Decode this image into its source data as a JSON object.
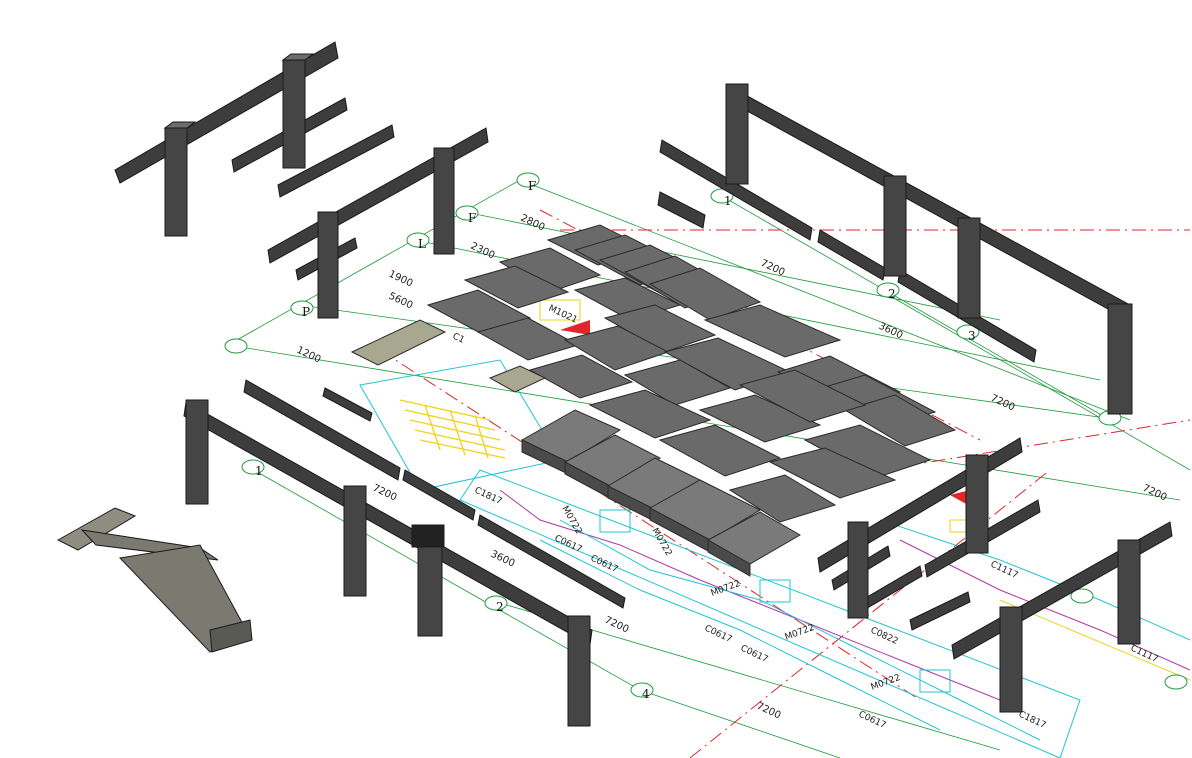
{
  "dimensions": {
    "d2800": "2800",
    "d2300": "2300",
    "d1900": "1900",
    "d5600": "5600",
    "d1200": "1200",
    "d7200a": "7200",
    "d3600a": "3600",
    "d7200b": "7200",
    "d7200c": "7200",
    "d7200d": "7200",
    "d3600b": "3600",
    "d7200e": "7200",
    "d7200f": "7200"
  },
  "labels": {
    "c1": "C1",
    "m1021": "M1021",
    "c1817": "C1817",
    "m0722a": "M0722",
    "c0617a": "C0617",
    "c0617b": "C0617",
    "m0722b": "M0722",
    "m0722c": "M0722",
    "c0617c": "C0617",
    "c0617d": "C0617",
    "m0722d": "M0722",
    "c0822": "C0822",
    "m0722e": "M0722",
    "c0617e": "C0617",
    "c1117": "C1117",
    "c1117b": "C1117",
    "c1817b": "C1817"
  },
  "colors": {
    "beam": "#3d3d3d",
    "beam_light": "#6c6c6c",
    "slab": "#5e5e5e",
    "slab_top": "#8a8a8a",
    "grid": "#1f9a3a",
    "red": "#e0262b",
    "cyan": "#1fc4d6",
    "yellow": "#f1d21b",
    "magenta": "#b13aa6"
  }
}
